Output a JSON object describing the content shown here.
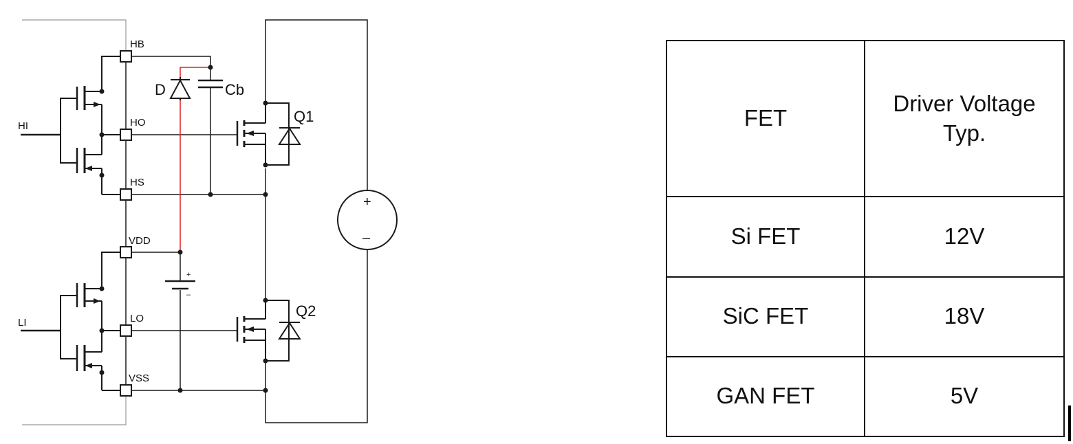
{
  "schematic": {
    "pins": {
      "hb": "HB",
      "ho": "HO",
      "hs": "HS",
      "vdd": "VDD",
      "lo": "LO",
      "vss": "VSS"
    },
    "inputs": {
      "hi": "HI",
      "li": "LI"
    },
    "components": {
      "diode": "D",
      "cap": "Cb",
      "q1": "Q1",
      "q2": "Q2"
    },
    "polarity": {
      "plus": "+",
      "minus": "–"
    },
    "colors": {
      "wire": "#1a1a1a",
      "bootstrap": "#e02020",
      "box": "#999999"
    }
  },
  "table": {
    "header": {
      "fet": "FET",
      "voltage_line1": "Driver Voltage",
      "voltage_line2": "Typ."
    },
    "rows": [
      {
        "fet": "Si FET",
        "voltage": "12V"
      },
      {
        "fet": "SiC FET",
        "voltage": "18V"
      },
      {
        "fet": "GAN FET",
        "voltage": "5V"
      }
    ]
  }
}
